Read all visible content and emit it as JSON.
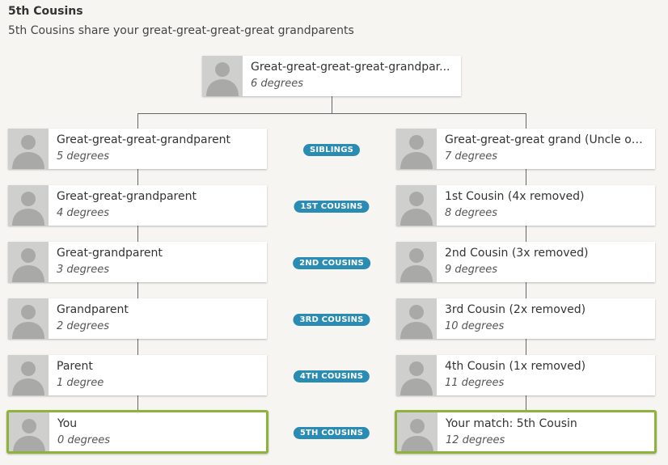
{
  "header": {
    "title": "5th Cousins",
    "subtitle": "5th Cousins share your great-great-great-great grandparents"
  },
  "root": {
    "name": "Great-great-great-great-grandpar...",
    "degrees": "6 degrees"
  },
  "left_column": [
    {
      "name": "Great-great-great-grandparent",
      "degrees": "5 degrees"
    },
    {
      "name": "Great-great-grandparent",
      "degrees": "4 degrees"
    },
    {
      "name": "Great-grandparent",
      "degrees": "3 degrees"
    },
    {
      "name": "Grandparent",
      "degrees": "2 degrees"
    },
    {
      "name": "Parent",
      "degrees": "1 degree"
    },
    {
      "name": "You",
      "degrees": "0 degrees"
    }
  ],
  "right_column": [
    {
      "name": "Great-great-great grand (Uncle or ...",
      "degrees": "7 degrees"
    },
    {
      "name": "1st Cousin (4x removed)",
      "degrees": "8 degrees"
    },
    {
      "name": "2nd Cousin (3x removed)",
      "degrees": "9 degrees"
    },
    {
      "name": "3rd Cousin (2x removed)",
      "degrees": "10 degrees"
    },
    {
      "name": "4th Cousin (1x removed)",
      "degrees": "11 degrees"
    },
    {
      "name": "Your match: 5th Cousin",
      "degrees": "12 degrees"
    }
  ],
  "relationships": [
    "SIBLINGS",
    "1ST COUSINS",
    "2ND COUSINS",
    "3RD COUSINS",
    "4TH COUSINS",
    "5TH COUSINS"
  ],
  "colors": {
    "badge": "#2a8bb3",
    "highlight_border": "#8fb33a",
    "background": "#f6f5f2"
  },
  "icons": {
    "avatar": "person-silhouette-icon"
  }
}
